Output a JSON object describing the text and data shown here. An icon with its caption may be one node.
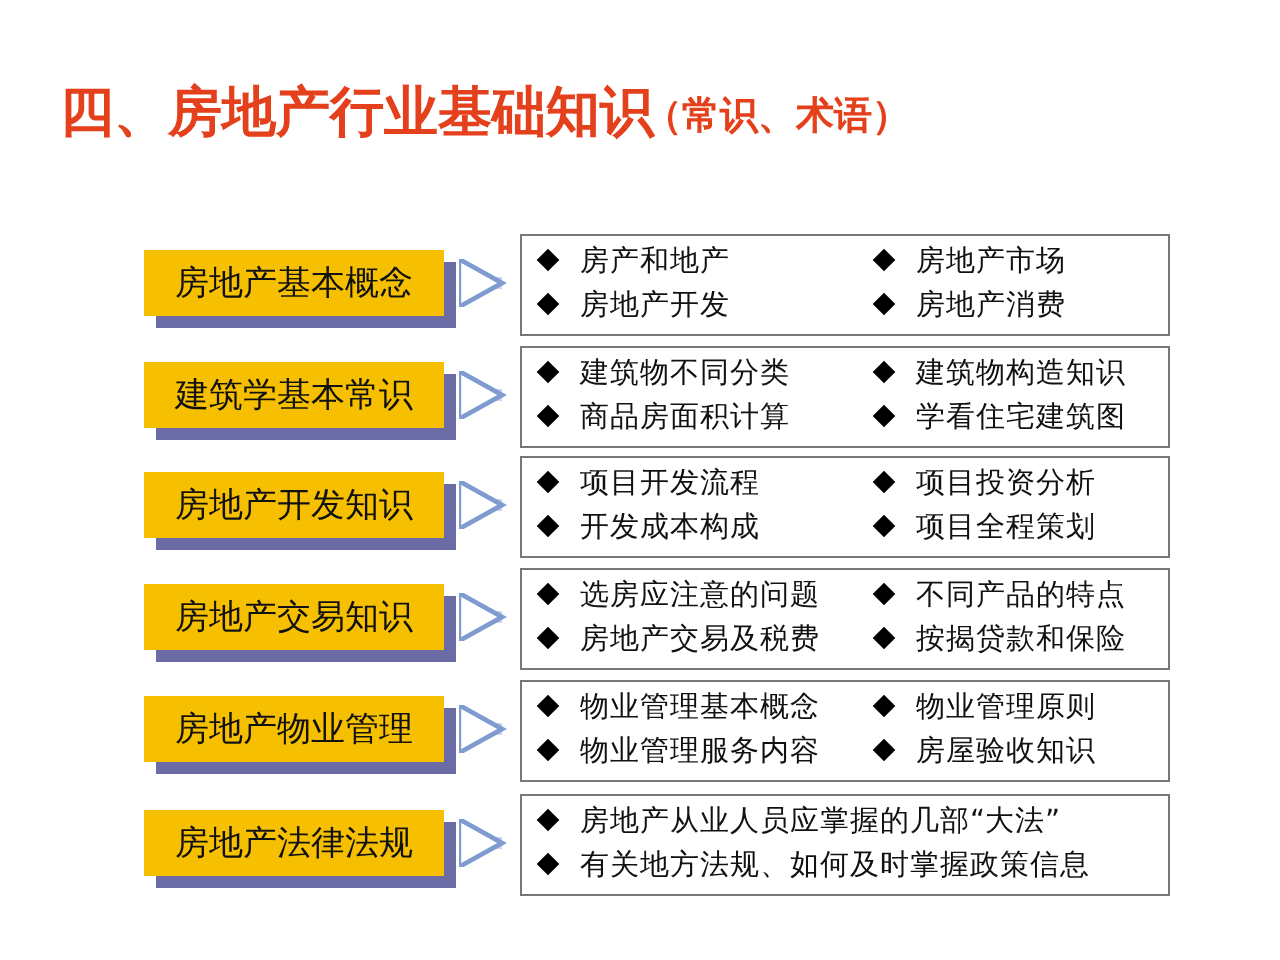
{
  "diagram": {
    "title": "四、房地产行业基础知识",
    "nodes": [
      {
        "text": [
          "房地产基本概念"
        ]
      },
      {
        "text": [
          "房产和地产",
          "房地产市场",
          "房地产开发",
          "房地产消费"
        ]
      },
      {
        "text": [
          "建筑学基本常识"
        ]
      },
      {
        "text": [
          "建筑物不同分类",
          "建筑物构造知识",
          "商品房面积计算",
          "学看住宅建筑图"
        ]
      },
      {
        "text": [
          "房地产开发知识"
        ]
      },
      {
        "text": [
          "项目开发流程",
          "项目投资分析",
          "开发成本构成",
          "项目全程策划"
        ]
      },
      {
        "text": [
          "房地产交易知识"
        ]
      },
      {
        "text": [
          "选房应注意的问题",
          "不同产品的特点",
          "房地产交易及税费",
          "按揭贷款和保险"
        ]
      },
      {
        "text": [
          "房地产物业管理"
        ]
      },
      {
        "text": [
          "物业管理基本概念",
          "物业管理原则",
          "物业管理服务内容",
          "房屋验收知识"
        ]
      },
      {
        "text": [
          "房地产法律法规"
        ]
      },
      {
        "text": [
          "房地产从业人员应掌握的几部“大法”",
          "有关地方法规、如何及时掌握政策信息"
        ]
      }
    ],
    "edges": [
      {
        "from": 0,
        "to": 1,
        "arrow": "to"
      },
      {
        "from": 2,
        "to": 3,
        "arrow": "to"
      },
      {
        "from": 4,
        "to": 5,
        "arrow": "to"
      },
      {
        "from": 6,
        "to": 7,
        "arrow": "to"
      },
      {
        "from": 8,
        "to": 9,
        "arrow": "to"
      },
      {
        "from": 10,
        "to": 11,
        "arrow": "to"
      }
    ],
    "labels": [
      "（常识、术语）"
    ]
  }
}
